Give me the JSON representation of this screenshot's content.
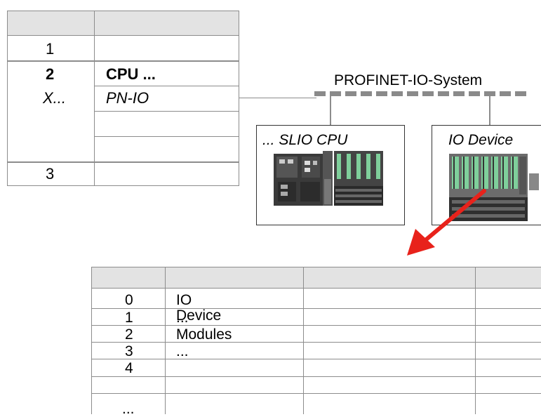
{
  "rack": {
    "rows": [
      {
        "slot": "1",
        "module": ""
      },
      {
        "slot": "2",
        "module": "CPU ...",
        "sub_slot": "X...",
        "sub_module": "PN-IO"
      },
      {
        "slot": "3",
        "module": ""
      }
    ]
  },
  "network": {
    "label": "PROFINET-IO-System"
  },
  "devices": {
    "cpu": {
      "label": "... SLIO CPU"
    },
    "io": {
      "label": "IO Device"
    }
  },
  "device_table": {
    "rows": [
      {
        "slot": "0",
        "module": "IO Device"
      },
      {
        "slot": "1",
        "module": "..."
      },
      {
        "slot": "2",
        "module": "Modules"
      },
      {
        "slot": "3",
        "module": "..."
      },
      {
        "slot": "4",
        "module": ""
      },
      {
        "slot": "...",
        "module": ""
      }
    ]
  },
  "colors": {
    "header_bg": "#e3e3e3",
    "grid": "#8c8c8c",
    "arrow": "#e8221b",
    "module_green": "#7fcf9b"
  }
}
